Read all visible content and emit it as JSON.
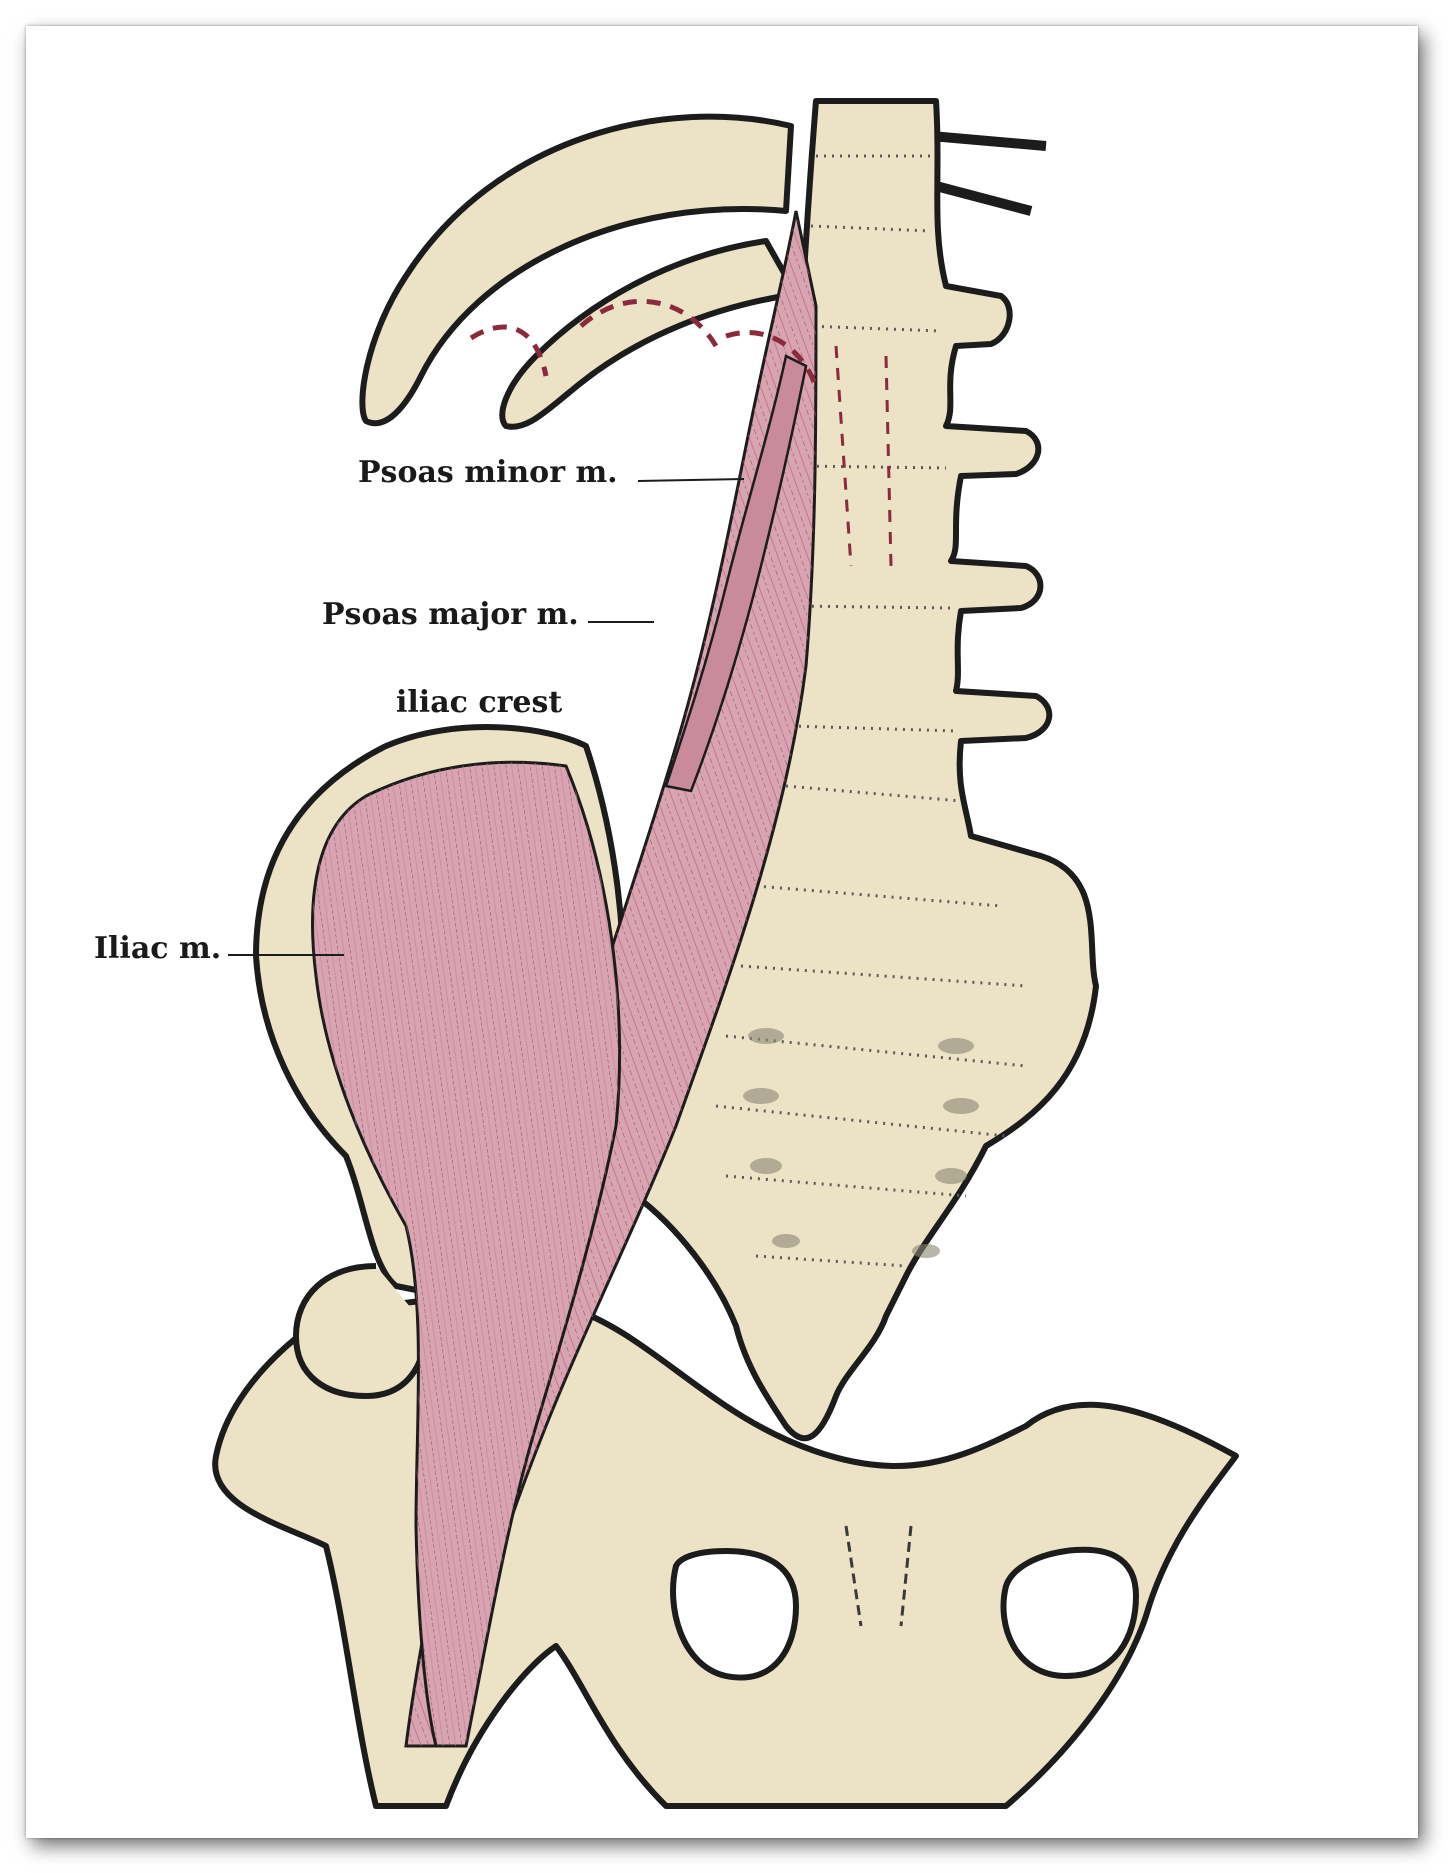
{
  "labels": {
    "psoas_minor": "Psoas minor m.",
    "psoas_major": "Psoas major m.",
    "iliac_crest": "iliac crest",
    "iliac": "Iliac m."
  },
  "colors": {
    "bone": "#ece2c6",
    "muscle": "#d9a4b2",
    "muscle_dark": "#a04860",
    "outline": "#1c1c1c",
    "ligament_dash": "#8b2a3c"
  }
}
